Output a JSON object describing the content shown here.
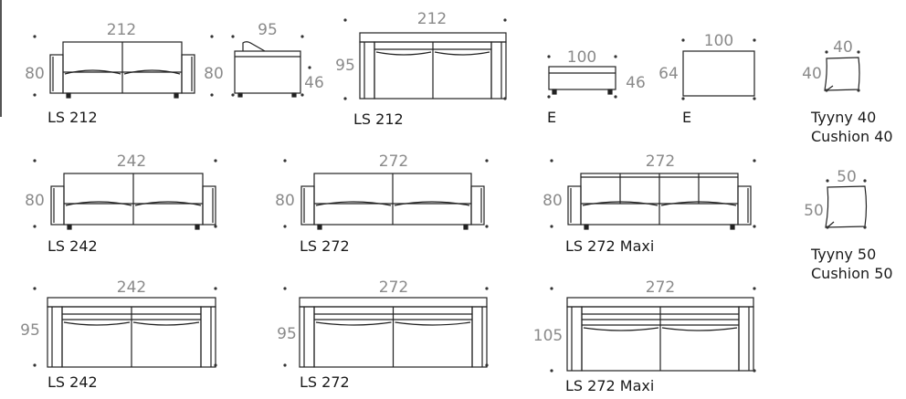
{
  "colors": {
    "line": "#222222",
    "dim": "#8a8a8a",
    "dot": "#333333",
    "text": "#1a1a1a"
  },
  "items": [
    {
      "key": "ls212_low",
      "label": "LS 212",
      "dims": {
        "top": "212",
        "left": "80"
      }
    },
    {
      "key": "side95",
      "label": "",
      "dims": {
        "top": "95",
        "left": "80",
        "right": "46"
      }
    },
    {
      "key": "ls212_high",
      "label": "LS 212",
      "dims": {
        "top": "212",
        "left": "95"
      }
    },
    {
      "key": "ottoman",
      "label": "E",
      "dims": {
        "top": "100",
        "right": "46"
      }
    },
    {
      "key": "table",
      "label": "E",
      "dims": {
        "top": "100",
        "left": "64"
      }
    },
    {
      "key": "cushion40",
      "label": "Tyyny 40",
      "label2": "Cushion 40",
      "dims": {
        "top": "40",
        "left": "40"
      }
    },
    {
      "key": "ls242_low",
      "label": "LS 242",
      "dims": {
        "top": "242",
        "left": "80"
      }
    },
    {
      "key": "ls272_low",
      "label": "LS 272",
      "dims": {
        "top": "272",
        "left": "80"
      }
    },
    {
      "key": "ls272maxi_low",
      "label": "LS 272 Maxi",
      "dims": {
        "top": "272",
        "left": "80"
      }
    },
    {
      "key": "cushion50",
      "label": "Tyyny 50",
      "label2": "Cushion 50",
      "dims": {
        "top": "50",
        "left": "50"
      }
    },
    {
      "key": "ls242_high",
      "label": "LS 242",
      "dims": {
        "top": "242",
        "left": "95"
      }
    },
    {
      "key": "ls272_high",
      "label": "LS 272",
      "dims": {
        "top": "272",
        "left": "95"
      }
    },
    {
      "key": "ls272maxi_high",
      "label": "LS 272 Maxi",
      "dims": {
        "top": "272",
        "left": "105"
      }
    }
  ]
}
